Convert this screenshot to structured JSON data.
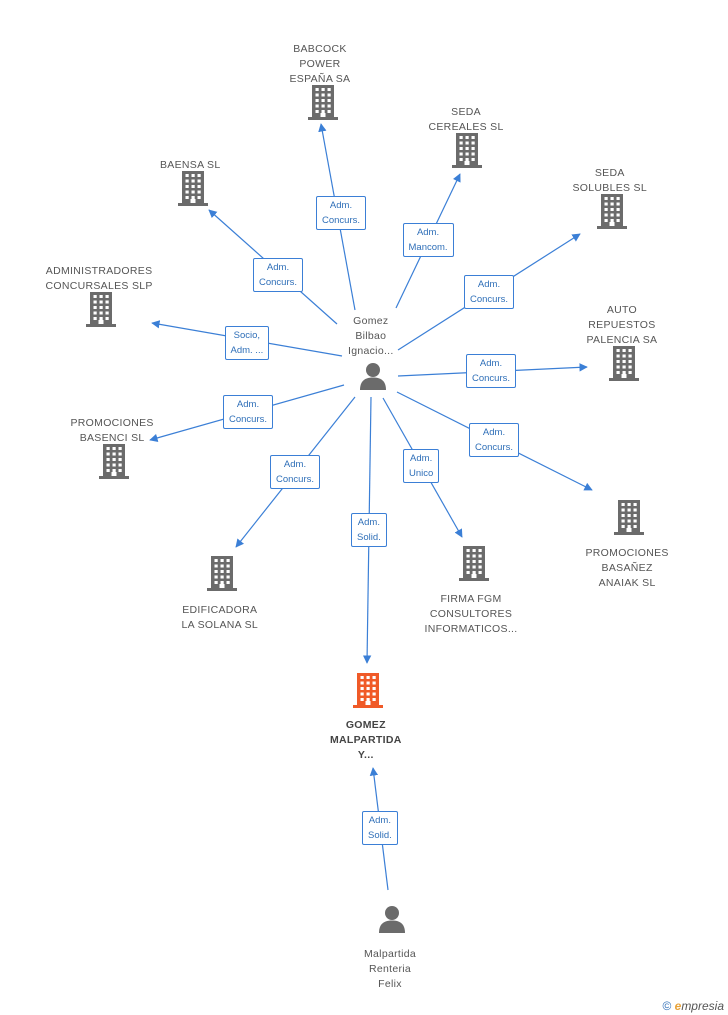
{
  "colors": {
    "edge": "#3b7fd6",
    "company": "#6b6b6b",
    "focus_company": "#f05a28",
    "person": "#6b6b6b"
  },
  "companies": [
    {
      "id": "babcock",
      "lines": [
        "BABCOCK",
        "POWER",
        "ESPAÑA SA"
      ],
      "icon": "building-icon"
    },
    {
      "id": "seda-cereales",
      "lines": [
        "SEDA",
        "CEREALES SL"
      ],
      "icon": "building-icon"
    },
    {
      "id": "baensa",
      "lines": [
        "BAENSA SL"
      ],
      "icon": "building-icon"
    },
    {
      "id": "seda-solubles",
      "lines": [
        "SEDA",
        "SOLUBLES SL"
      ],
      "icon": "building-icon"
    },
    {
      "id": "administradores",
      "lines": [
        "ADMINISTRADORES",
        "CONCURSALES SLP"
      ],
      "icon": "building-icon"
    },
    {
      "id": "auto-repuestos",
      "lines": [
        "AUTO",
        "REPUESTOS",
        "PALENCIA SA"
      ],
      "icon": "building-icon"
    },
    {
      "id": "promociones-basenci",
      "lines": [
        "PROMOCIONES",
        "BASENCI SL"
      ],
      "icon": "building-icon"
    },
    {
      "id": "promociones-basanez",
      "lines": [
        "PROMOCIONES",
        "BASAÑEZ",
        "ANAIAK SL"
      ],
      "icon": "building-icon"
    },
    {
      "id": "edificadora",
      "lines": [
        "EDIFICADORA",
        "LA SOLANA SL"
      ],
      "icon": "building-icon"
    },
    {
      "id": "firma-fgm",
      "lines": [
        "FIRMA FGM",
        "CONSULTORES",
        "INFORMATICOS..."
      ],
      "icon": "building-icon"
    },
    {
      "id": "gomez-malpartida",
      "lines": [
        "GOMEZ",
        "MALPARTIDA",
        "Y..."
      ],
      "icon": "building-icon",
      "focus": true
    }
  ],
  "persons": [
    {
      "id": "gomez-bilbao",
      "lines": [
        "Gomez",
        "Bilbao",
        "Ignacio..."
      ],
      "icon": "person-icon"
    },
    {
      "id": "malpartida",
      "lines": [
        "Malpartida",
        "Renteria",
        "Felix"
      ],
      "icon": "person-icon"
    }
  ],
  "relations": [
    {
      "to": "babcock",
      "lines": [
        "Adm.",
        "Concurs."
      ]
    },
    {
      "to": "seda-cereales",
      "lines": [
        "Adm.",
        "Mancom."
      ]
    },
    {
      "to": "baensa",
      "lines": [
        "Adm.",
        "Concurs."
      ]
    },
    {
      "to": "seda-solubles",
      "lines": [
        "Adm.",
        "Concurs."
      ]
    },
    {
      "to": "administradores",
      "lines": [
        "Socio,",
        "Adm. ..."
      ]
    },
    {
      "to": "auto-repuestos",
      "lines": [
        "Adm.",
        "Concurs."
      ]
    },
    {
      "to": "promociones-basenci",
      "lines": [
        "Adm.",
        "Concurs."
      ]
    },
    {
      "to": "promociones-basanez",
      "lines": [
        "Adm.",
        "Concurs."
      ]
    },
    {
      "to": "edificadora",
      "lines": [
        "Adm.",
        "Concurs."
      ]
    },
    {
      "to": "firma-fgm",
      "lines": [
        "Adm.",
        "Unico"
      ]
    },
    {
      "to": "gomez-malpartida",
      "lines": [
        "Adm.",
        "Solid."
      ]
    },
    {
      "to": "gomez-malpartida",
      "lines": [
        "Adm.",
        "Solid."
      ]
    }
  ],
  "footer": {
    "copyright": "©",
    "brand_e": "e",
    "brand_rest": "mpresia"
  }
}
